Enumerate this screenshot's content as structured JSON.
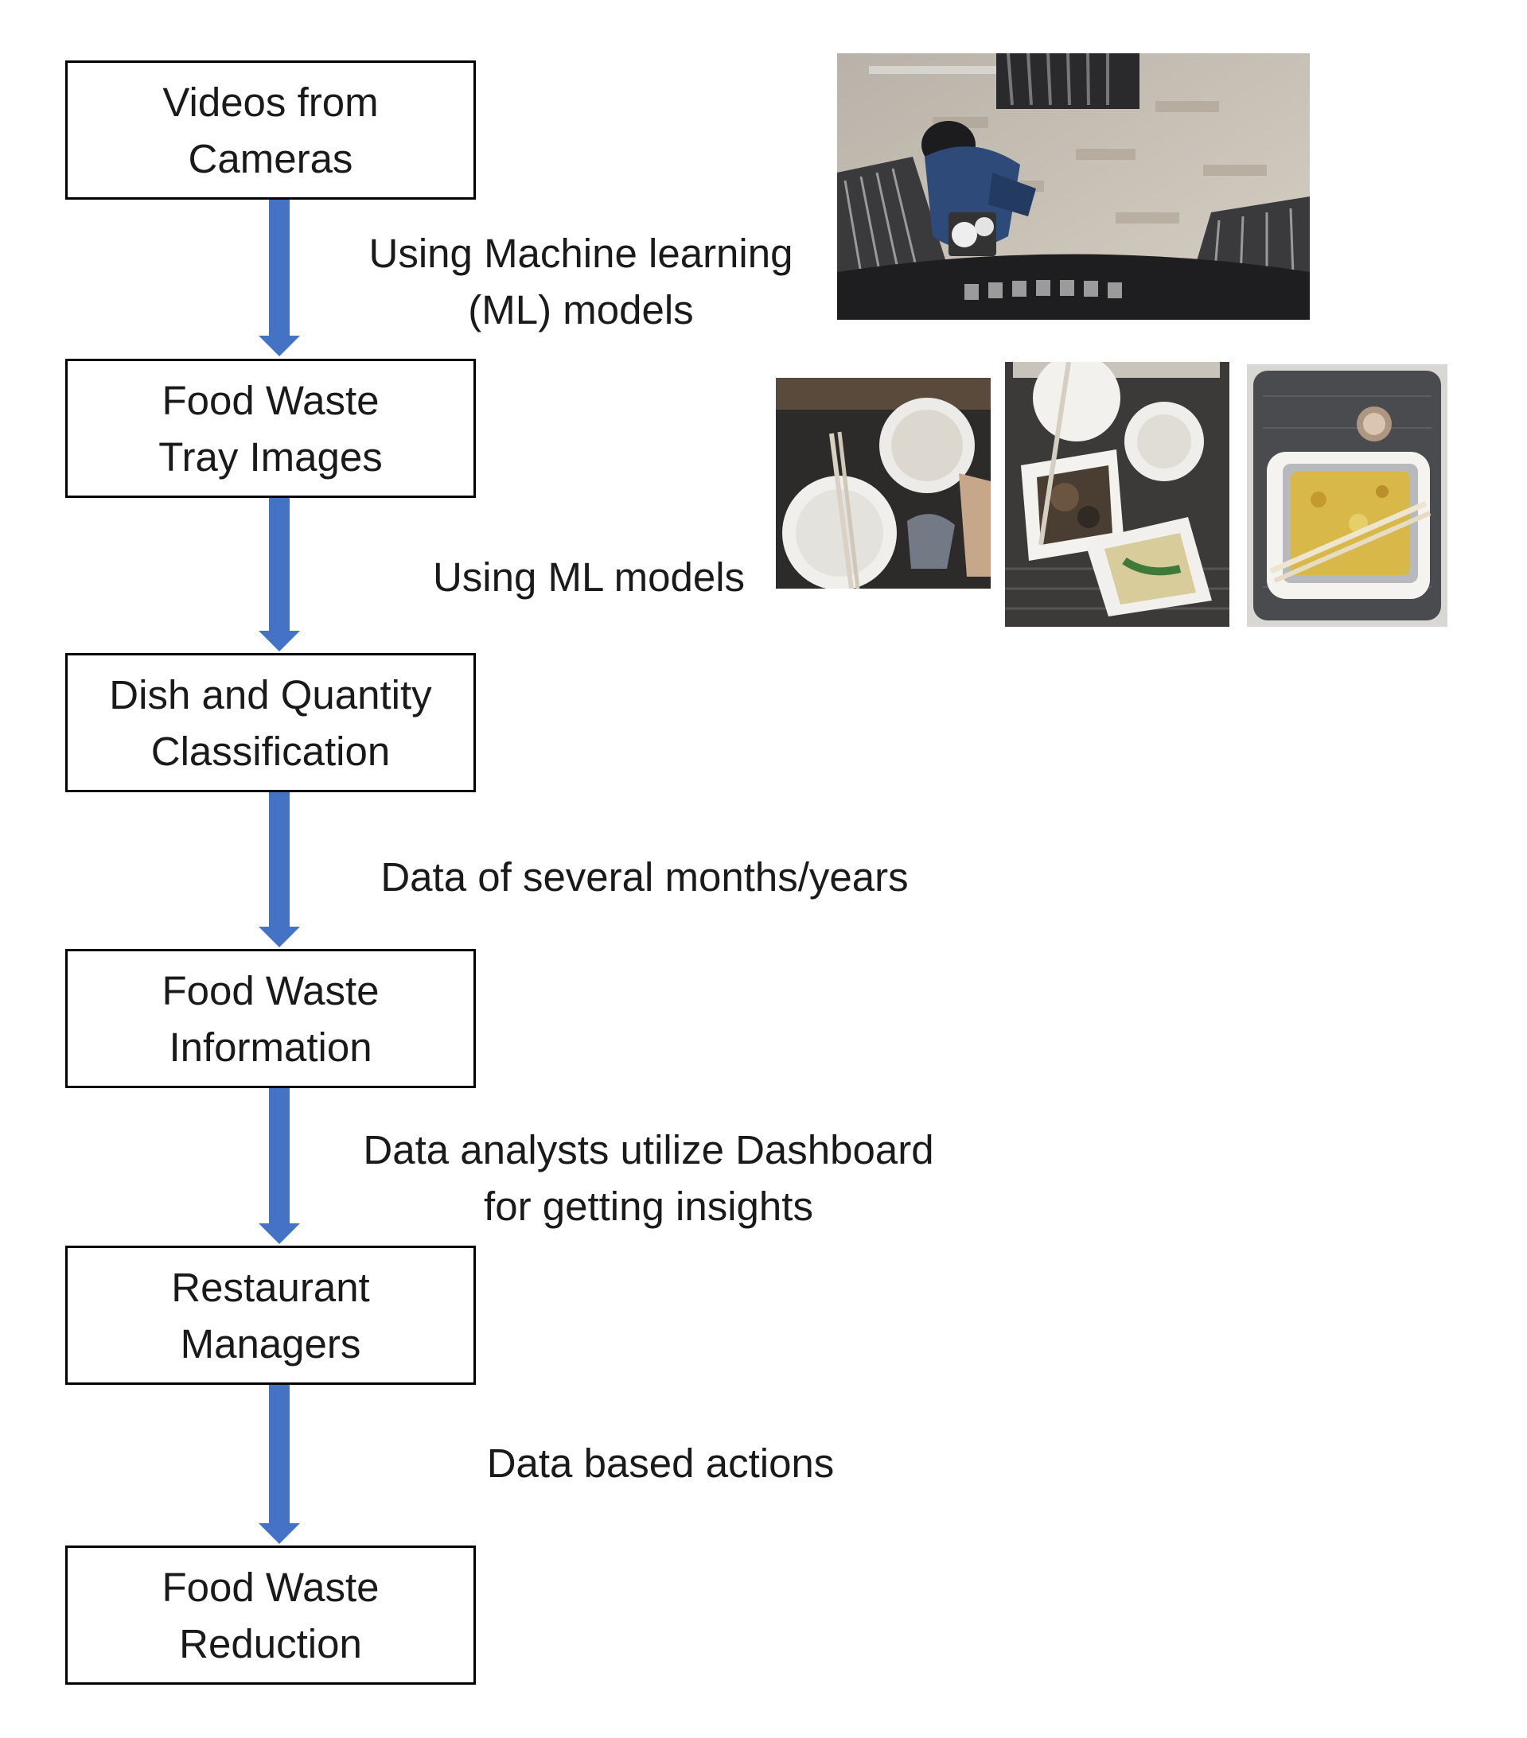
{
  "steps": [
    {
      "label": "Videos from\nCameras"
    },
    {
      "label": "Food Waste\nTray Images"
    },
    {
      "label": "Dish and Quantity\nClassification"
    },
    {
      "label": "Food Waste\nInformation"
    },
    {
      "label": "Restaurant\nManagers"
    },
    {
      "label": "Food Waste\nReduction"
    }
  ],
  "transitions": [
    {
      "label": "Using Machine learning\n(ML) models"
    },
    {
      "label": "Using ML models"
    },
    {
      "label": "Data of several  months/years"
    },
    {
      "label": "Data analysts utilize Dashboard\nfor getting insights"
    },
    {
      "label": "Data based actions"
    }
  ],
  "colors": {
    "arrow": "#4472c4",
    "border": "#000000"
  }
}
